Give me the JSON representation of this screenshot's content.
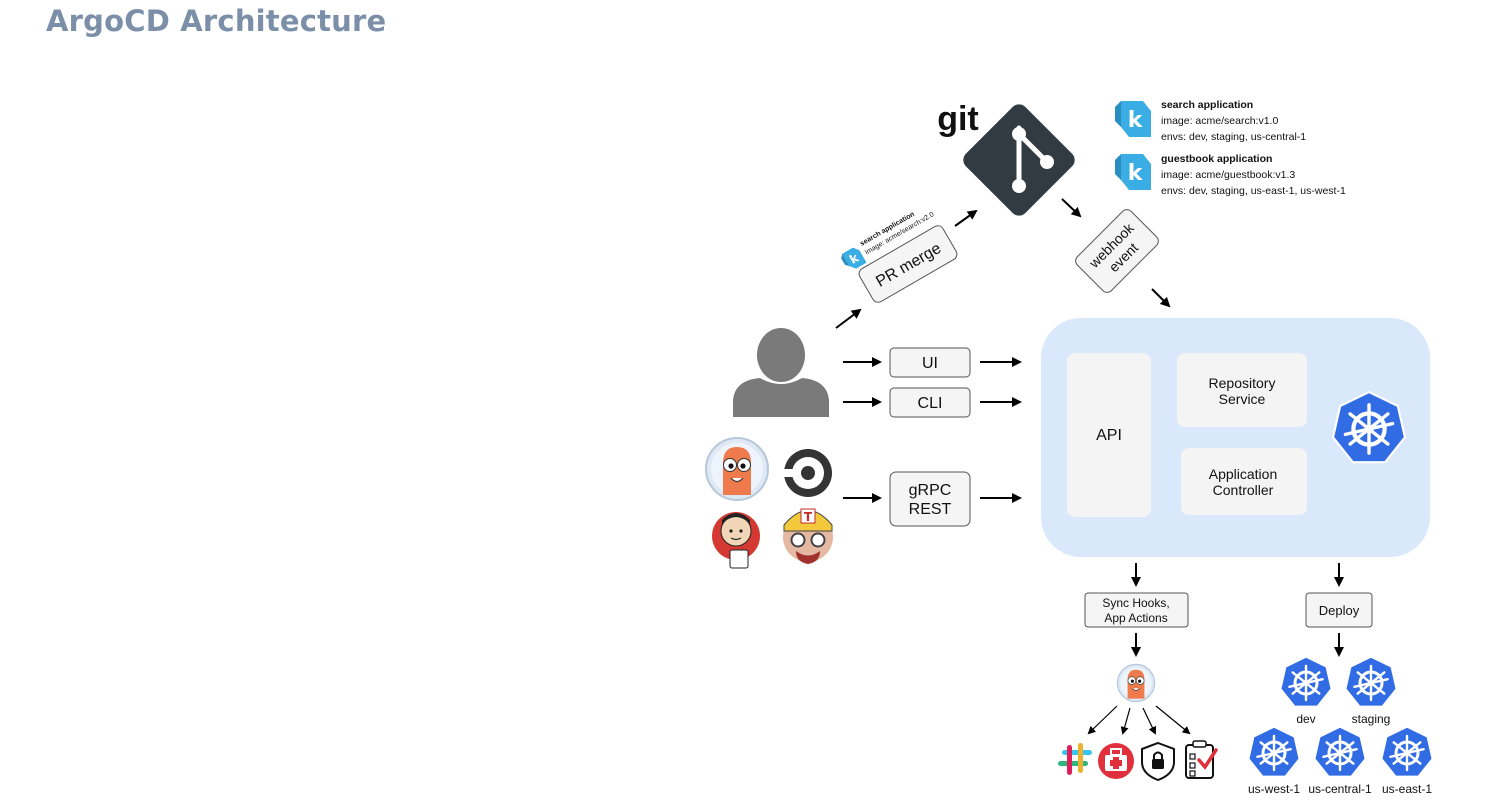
{
  "page": {
    "title": "ArgoCD Architecture"
  },
  "git": {
    "label": "git"
  },
  "apps": [
    {
      "name": "search application",
      "image": "image: acme/search:v1.0",
      "envs": "envs: dev, staging, us-central-1"
    },
    {
      "name": "guestbook application",
      "image": "image: acme/guestbook:v1.3",
      "envs": "envs: dev, staging, us-east-1, us-west-1"
    }
  ],
  "pr": {
    "label": "PR merge",
    "card_name": "search application",
    "card_image": "image: acme/search:v2.0"
  },
  "webhook": {
    "line1": "webhook",
    "line2": "event"
  },
  "inputs": {
    "ui": "UI",
    "cli": "CLI",
    "grpc_line1": "gRPC",
    "grpc_line2": "REST"
  },
  "cluster": {
    "api": "API",
    "repo_line1": "Repository",
    "repo_line2": "Service",
    "ctrl_line1": "Application",
    "ctrl_line2": "Controller"
  },
  "bottom": {
    "hooks_line1": "Sync Hooks,",
    "hooks_line2": "App Actions",
    "deploy": "Deploy"
  },
  "targets": [
    "dev",
    "staging",
    "us-west-1",
    "us-central-1",
    "us-east-1"
  ],
  "icons": [
    "git-logo-icon",
    "kustomize-icon",
    "user-icon",
    "argo-mascot-icon",
    "circleci-icon",
    "jenkins-icon",
    "travis-icon",
    "kubernetes-icon",
    "slack-icon",
    "health-icon",
    "lock-shield-icon",
    "checklist-icon"
  ],
  "colors": {
    "title": "#7c8fa8",
    "cluster_bg": "#dae8fc",
    "kubernetes": "#326ce5",
    "git": "#333b42",
    "kustomize": "#3aaee4",
    "user": "#7a7a7a",
    "argo_orange": "#ef7b4d"
  }
}
